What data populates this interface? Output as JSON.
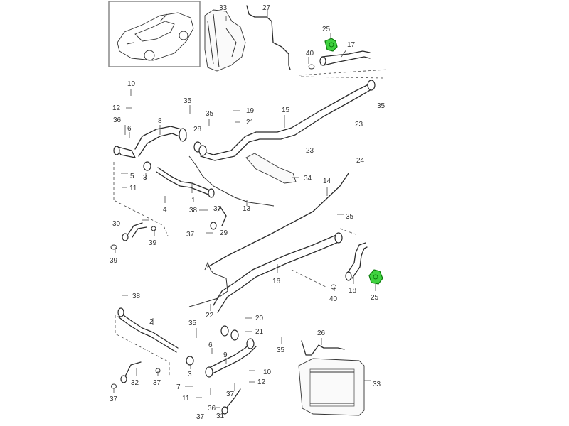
{
  "diagram": {
    "title": "Coolant hoses exploded view",
    "thumbnail": "vehicle-convertible-icon",
    "highlight_color": "#3fd23f",
    "highlighted_part": "25",
    "callouts": [
      {
        "id": "c1",
        "label": "1"
      },
      {
        "id": "c2",
        "label": "2"
      },
      {
        "id": "c3a",
        "label": "3"
      },
      {
        "id": "c3b",
        "label": "3"
      },
      {
        "id": "c4",
        "label": "4"
      },
      {
        "id": "c5",
        "label": "5"
      },
      {
        "id": "c6a",
        "label": "6"
      },
      {
        "id": "c6b",
        "label": "6"
      },
      {
        "id": "c7",
        "label": "7"
      },
      {
        "id": "c8",
        "label": "8"
      },
      {
        "id": "c9",
        "label": "9"
      },
      {
        "id": "c10a",
        "label": "10"
      },
      {
        "id": "c10b",
        "label": "10"
      },
      {
        "id": "c11a",
        "label": "11"
      },
      {
        "id": "c11b",
        "label": "11"
      },
      {
        "id": "c12a",
        "label": "12"
      },
      {
        "id": "c12b",
        "label": "12"
      },
      {
        "id": "c13",
        "label": "13"
      },
      {
        "id": "c14",
        "label": "14"
      },
      {
        "id": "c15",
        "label": "15"
      },
      {
        "id": "c16",
        "label": "16"
      },
      {
        "id": "c17",
        "label": "17"
      },
      {
        "id": "c18",
        "label": "18"
      },
      {
        "id": "c19",
        "label": "19"
      },
      {
        "id": "c20",
        "label": "20"
      },
      {
        "id": "c21a",
        "label": "21"
      },
      {
        "id": "c21b",
        "label": "21"
      },
      {
        "id": "c22",
        "label": "22"
      },
      {
        "id": "c23a",
        "label": "23"
      },
      {
        "id": "c23b",
        "label": "23"
      },
      {
        "id": "c24",
        "label": "24"
      },
      {
        "id": "c25a",
        "label": "25"
      },
      {
        "id": "c25b",
        "label": "25"
      },
      {
        "id": "c26",
        "label": "26"
      },
      {
        "id": "c27",
        "label": "27"
      },
      {
        "id": "c28",
        "label": "28"
      },
      {
        "id": "c29",
        "label": "29"
      },
      {
        "id": "c30",
        "label": "30"
      },
      {
        "id": "c31",
        "label": "31"
      },
      {
        "id": "c32",
        "label": "32"
      },
      {
        "id": "c33a",
        "label": "33"
      },
      {
        "id": "c33b",
        "label": "33"
      },
      {
        "id": "c34",
        "label": "34"
      },
      {
        "id": "c35a",
        "label": "35"
      },
      {
        "id": "c35b",
        "label": "35"
      },
      {
        "id": "c35c",
        "label": "35"
      },
      {
        "id": "c35d",
        "label": "35"
      },
      {
        "id": "c35e",
        "label": "35"
      },
      {
        "id": "c35f",
        "label": "35"
      },
      {
        "id": "c36a",
        "label": "36"
      },
      {
        "id": "c36b",
        "label": "36"
      },
      {
        "id": "c37a",
        "label": "37"
      },
      {
        "id": "c37b",
        "label": "37"
      },
      {
        "id": "c37c",
        "label": "37"
      },
      {
        "id": "c37d",
        "label": "37"
      },
      {
        "id": "c37e",
        "label": "37"
      },
      {
        "id": "c37f",
        "label": "37"
      },
      {
        "id": "c38a",
        "label": "38"
      },
      {
        "id": "c38b",
        "label": "38"
      },
      {
        "id": "c39a",
        "label": "39"
      },
      {
        "id": "c39b",
        "label": "39"
      },
      {
        "id": "c40a",
        "label": "40"
      },
      {
        "id": "c40b",
        "label": "40"
      }
    ]
  }
}
